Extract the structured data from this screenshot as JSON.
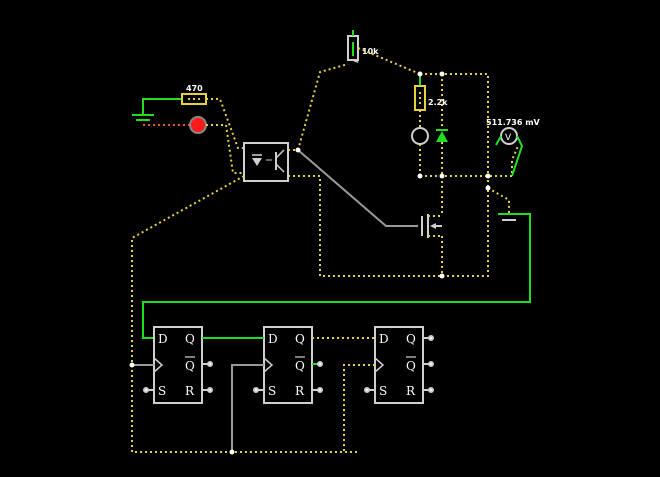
{
  "colors": {
    "background": "#000000",
    "wire_active": "#22dd22",
    "wire_idle": "#9a9a9a",
    "current_dots": "#e6d23c",
    "led": "#ff1a1a"
  },
  "components": {
    "resistor_input": {
      "label": "470"
    },
    "resistor_pot": {
      "label": "10k"
    },
    "resistor_load": {
      "label": "2.2k"
    },
    "voltmeter": {
      "reading": "511.736 mV",
      "symbol": "V"
    },
    "optocoupler": {
      "icon": "optocoupler-icon"
    },
    "led": {
      "icon": "led-icon"
    },
    "lamp": {
      "icon": "lamp-icon"
    },
    "diode": {
      "icon": "diode-icon"
    },
    "mosfet": {
      "icon": "mosfet-icon"
    },
    "battery": {
      "icon": "battery-icon"
    }
  },
  "flipflops": [
    {
      "d": "D",
      "q": "Q",
      "qbar": "Q",
      "s": "S",
      "r": "R"
    },
    {
      "d": "D",
      "q": "Q",
      "qbar": "Q",
      "s": "S",
      "r": "R"
    },
    {
      "d": "D",
      "q": "Q",
      "qbar": "Q",
      "s": "S",
      "r": "R"
    }
  ]
}
